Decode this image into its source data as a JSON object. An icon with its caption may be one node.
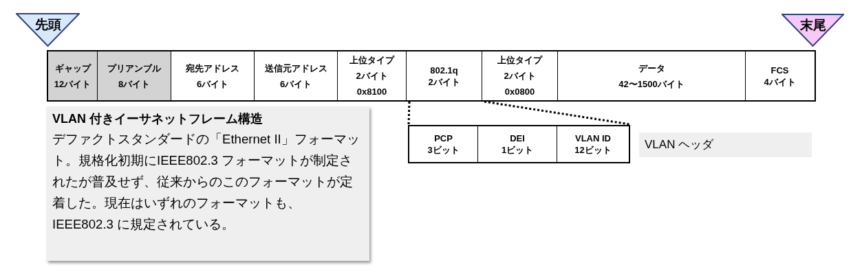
{
  "diagram": {
    "nodes": [
      {
        "text": [
          "先頭"
        ]
      },
      {
        "text": [
          "末尾"
        ]
      },
      {
        "text": [],
        "shape": "box"
      },
      {
        "text": [
          "ギャップ",
          "12バイト"
        ],
        "in": 2
      },
      {
        "text": [
          "プリアンブル",
          "8バイト"
        ],
        "in": 2
      },
      {
        "text": [
          "宛先アドレス",
          "6バイト"
        ],
        "in": 2
      },
      {
        "text": [
          "送信元アドレス",
          "6バイト"
        ],
        "in": 2
      },
      {
        "text": [
          "上位タイプ",
          "2バイト",
          "0x8100"
        ],
        "in": 2
      },
      {
        "text": [
          "802.1q",
          "2バイト"
        ],
        "in": 2
      },
      {
        "text": [
          "上位タイプ",
          "2バイト",
          "0x0800"
        ],
        "in": 2
      },
      {
        "text": [
          "データ",
          "42〜1500バイト"
        ],
        "in": 2
      },
      {
        "text": [
          "FCS",
          "4バイト"
        ],
        "in": 2
      },
      {
        "text": [
          "VLAN 付きイーサネットフレーム構造",
          "デファクトスタンダードの「Ethernet II」フォーマット。規格化初期にIEEE802.3 フォーマットが制定されたが普及せず、従来からのこのフォーマットが定着した。現在はいずれのフォーマットも、IEEE802.3 に規定されている。"
        ]
      },
      {
        "text": [],
        "shape": "box"
      },
      {
        "text": [
          "PCP",
          "3ビット"
        ],
        "in": 13
      },
      {
        "text": [
          "DEI",
          "1ビット"
        ],
        "in": 13
      },
      {
        "text": [
          "VLAN ID",
          "12ビット"
        ],
        "in": 13
      },
      {
        "text": [
          "VLAN ヘッダ"
        ]
      }
    ],
    "edges": [
      {
        "from": 8,
        "to": 13,
        "arrow": "none",
        "style": "dashed"
      },
      {
        "from": 8,
        "to": 13,
        "arrow": "none",
        "style": "dashed"
      }
    ]
  }
}
